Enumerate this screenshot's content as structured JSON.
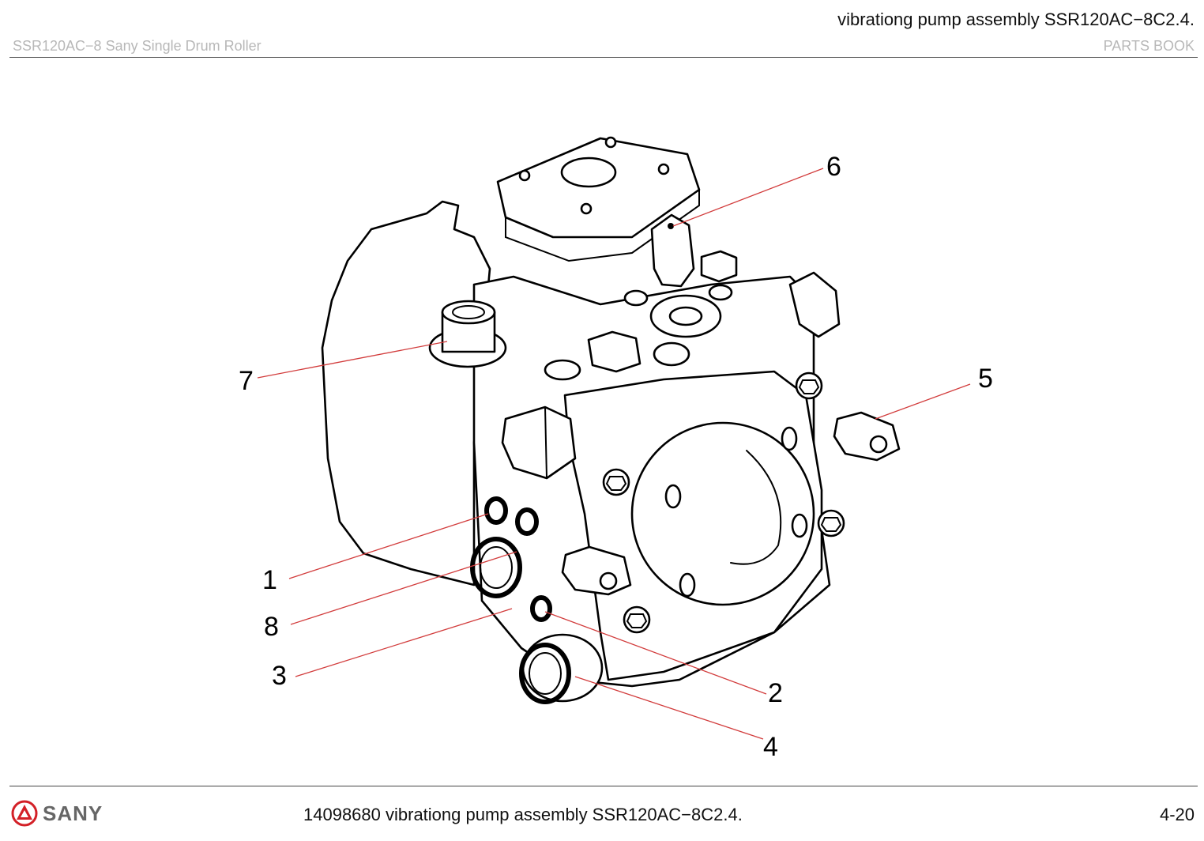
{
  "header": {
    "title": "vibrationg pump assembly SSR120AC−8C2.4.",
    "left": "SSR120AC−8 Sany Single Drum Roller",
    "right": "PARTS BOOK"
  },
  "drawing": {
    "callouts": [
      "1",
      "2",
      "3",
      "4",
      "5",
      "6",
      "7",
      "8"
    ],
    "leader_color": "#d23c3c"
  },
  "footer": {
    "logo_text": "SANY",
    "logo_color": "#d32027",
    "center": "14098680 vibrationg pump assembly SSR120AC−8C2.4.",
    "page": "4-20"
  }
}
